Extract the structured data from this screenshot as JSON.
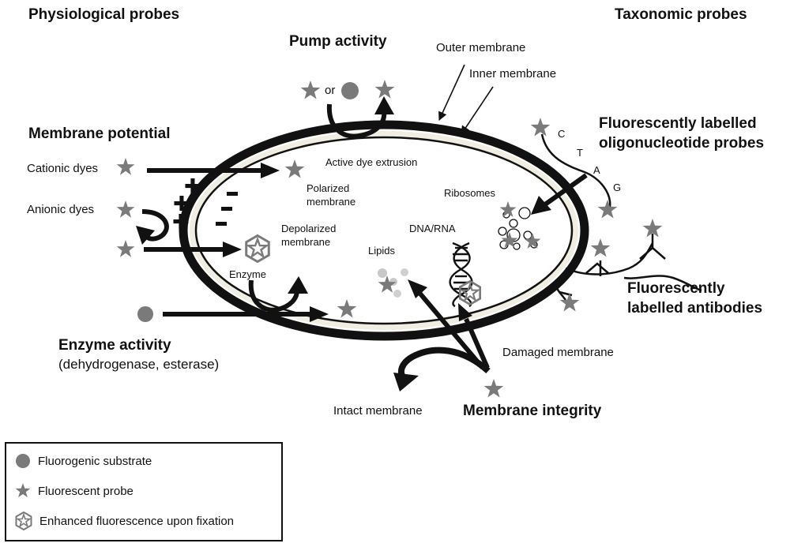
{
  "headers": {
    "physiological": "Physiological probes",
    "taxonomic": "Taxonomic probes"
  },
  "sections": {
    "pump_activity": "Pump activity",
    "membrane_potential": "Membrane potential",
    "enzyme_activity": "Enzyme activity",
    "enzyme_activity_sub": "(dehydrogenase, esterase)",
    "membrane_integrity": "Membrane integrity",
    "oligo_probes_line1": "Fluorescently labelled",
    "oligo_probes_line2": "oligonucleotide probes",
    "antibodies_line1": "Fluorescently",
    "antibodies_line2": "labelled antibodies"
  },
  "labels": {
    "outer_membrane": "Outer membrane",
    "inner_membrane": "Inner membrane",
    "or": "or",
    "active_dye_extrusion": "Active dye extrusion",
    "cationic_dyes": "Cationic dyes",
    "anionic_dyes": "Anionic dyes",
    "polarized_line1": "Polarized",
    "polarized_line2": "membrane",
    "depolarized_line1": "Depolarized",
    "depolarized_line2": "membrane",
    "ribosomes": "Ribosomes",
    "dna_rna": "DNA/RNA",
    "lipids": "Lipids",
    "enzyme": "Enzyme",
    "damaged_membrane": "Damaged membrane",
    "intact_membrane": "Intact membrane",
    "base_c": "C",
    "base_t": "T",
    "base_a": "A",
    "base_g": "G"
  },
  "legend": {
    "substrate": "Fluorogenic substrate",
    "probe": "Fluorescent probe",
    "fixation": "Enhanced fluorescence upon fixation"
  },
  "colors": {
    "probe_gray": "#7a7a7a",
    "cell_inner_fill": "#f0ede2",
    "membrane": "#111111"
  }
}
